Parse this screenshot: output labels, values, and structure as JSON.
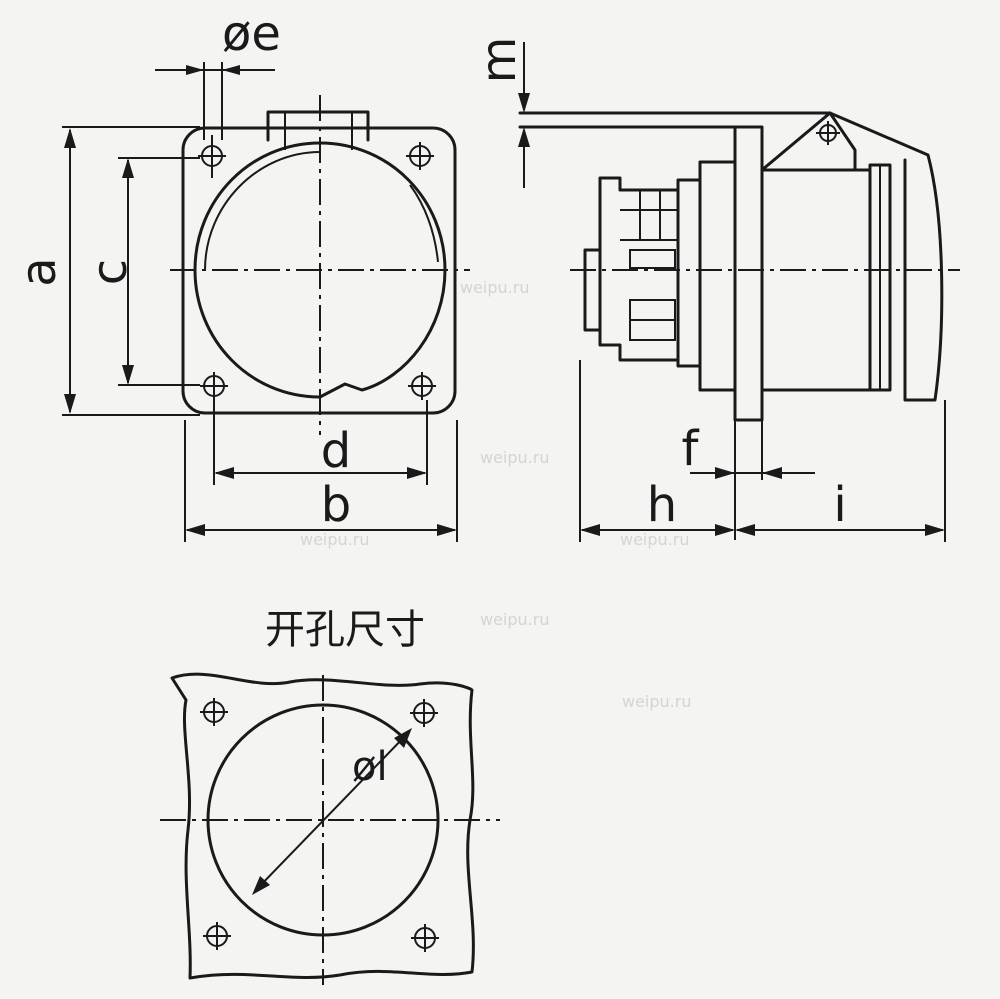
{
  "front_view": {
    "dim_a": "a",
    "dim_b": "b",
    "dim_c": "c",
    "dim_d": "d",
    "dim_e": "øe"
  },
  "side_view": {
    "dim_f": "f",
    "dim_h": "h",
    "dim_i": "i",
    "dim_m": "m"
  },
  "cutout": {
    "title": "开孔尺寸",
    "dim_l": "øl"
  },
  "watermark": "weipu.ru"
}
